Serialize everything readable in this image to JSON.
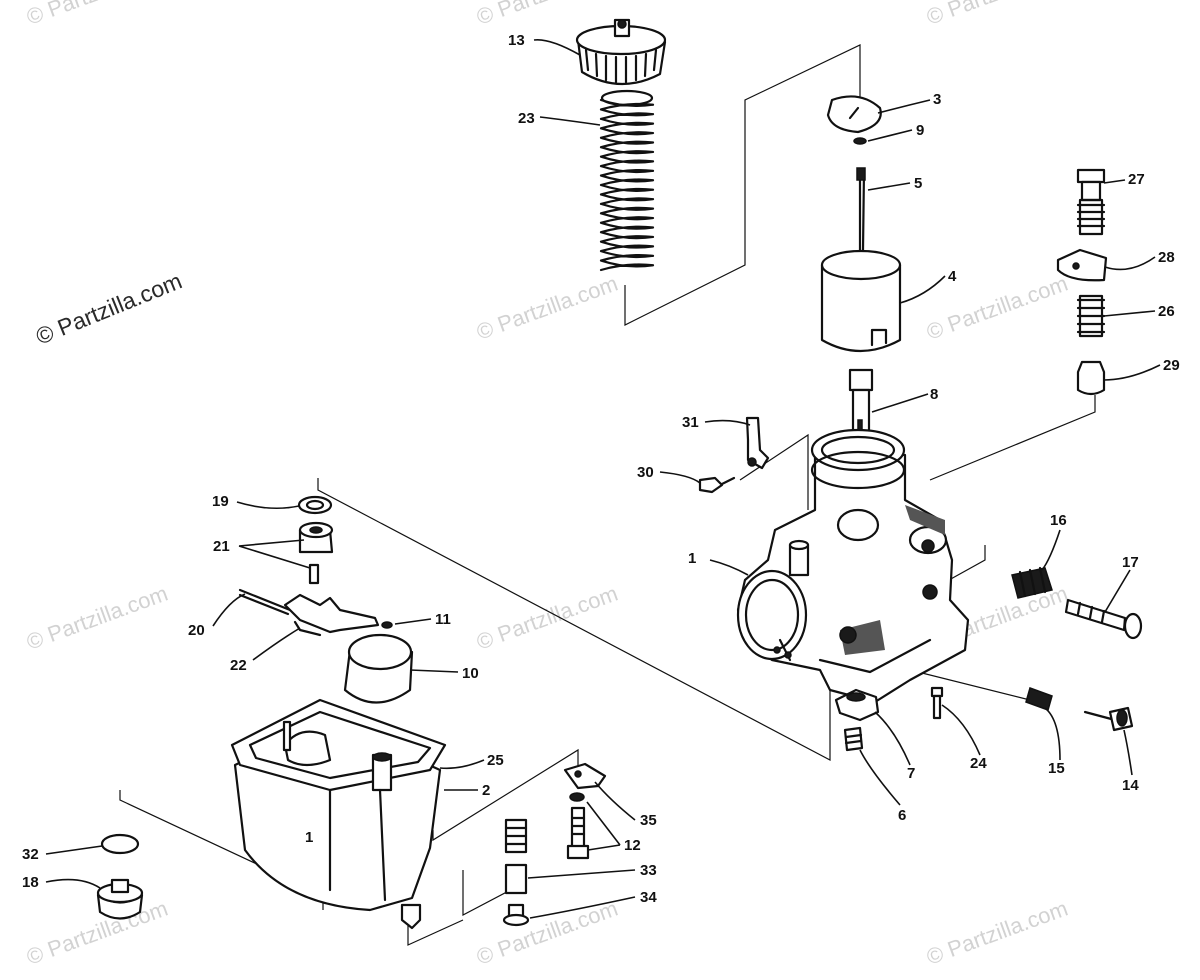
{
  "watermark": {
    "main_text": "© Partzilla.com",
    "faint_text": "© Partzilla.com"
  },
  "callouts": [
    {
      "id": "1",
      "label": "1"
    },
    {
      "id": "2",
      "label": "2"
    },
    {
      "id": "3",
      "label": "3"
    },
    {
      "id": "4",
      "label": "4"
    },
    {
      "id": "5",
      "label": "5"
    },
    {
      "id": "6",
      "label": "6"
    },
    {
      "id": "7",
      "label": "7"
    },
    {
      "id": "8",
      "label": "8"
    },
    {
      "id": "9",
      "label": "9"
    },
    {
      "id": "10",
      "label": "10"
    },
    {
      "id": "11",
      "label": "11"
    },
    {
      "id": "12",
      "label": "12"
    },
    {
      "id": "13",
      "label": "13"
    },
    {
      "id": "14",
      "label": "14"
    },
    {
      "id": "15",
      "label": "15"
    },
    {
      "id": "16",
      "label": "16"
    },
    {
      "id": "17",
      "label": "17"
    },
    {
      "id": "18",
      "label": "18"
    },
    {
      "id": "19",
      "label": "19"
    },
    {
      "id": "20",
      "label": "20"
    },
    {
      "id": "21",
      "label": "21"
    },
    {
      "id": "22",
      "label": "22"
    },
    {
      "id": "23",
      "label": "23"
    },
    {
      "id": "24",
      "label": "24"
    },
    {
      "id": "25",
      "label": "25"
    },
    {
      "id": "26",
      "label": "26"
    },
    {
      "id": "27",
      "label": "27"
    },
    {
      "id": "28",
      "label": "28"
    },
    {
      "id": "29",
      "label": "29"
    },
    {
      "id": "30",
      "label": "30"
    },
    {
      "id": "31",
      "label": "31"
    },
    {
      "id": "32",
      "label": "32"
    },
    {
      "id": "33",
      "label": "33"
    },
    {
      "id": "34",
      "label": "34"
    },
    {
      "id": "35",
      "label": "35"
    }
  ],
  "bowl_mark": "1"
}
